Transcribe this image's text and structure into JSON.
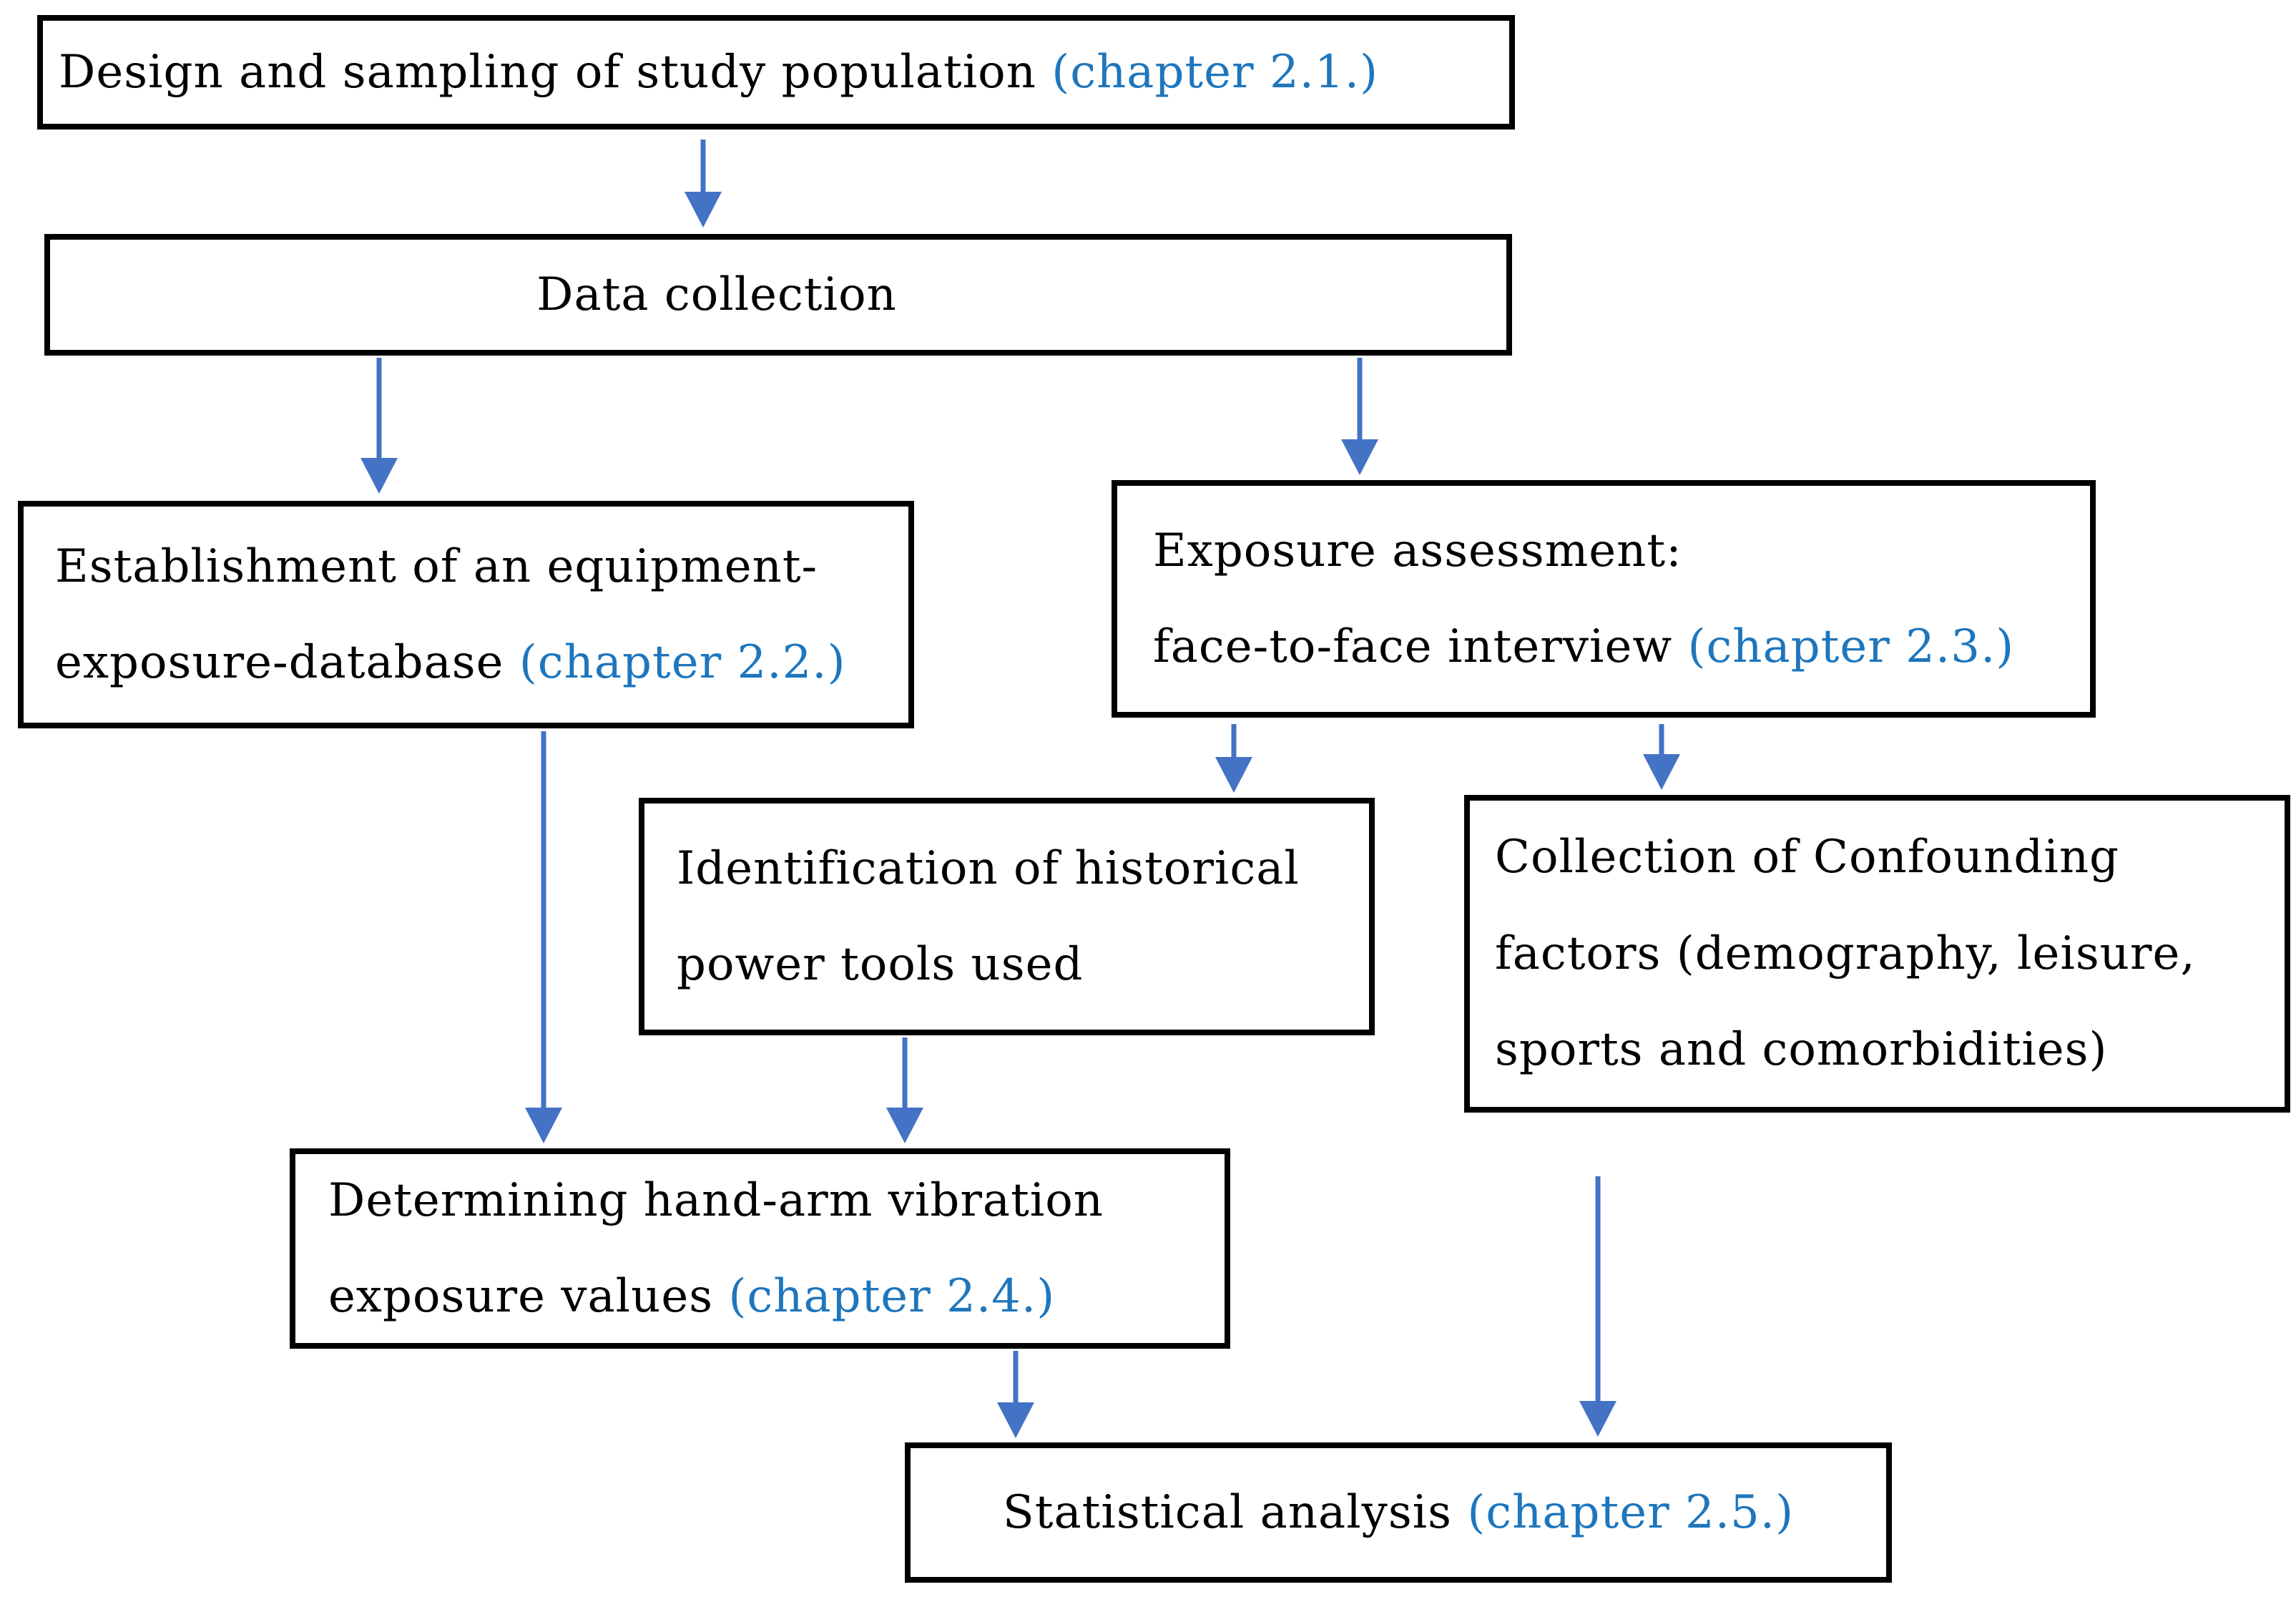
{
  "figure": {
    "colors": {
      "link_blue": "#1e76bd",
      "arrow_blue": "#4472c4",
      "border_black": "#000000"
    },
    "nodes": {
      "design": {
        "line1": "Design and sampling of study population ",
        "line1_ref": "(chapter 2.1.)"
      },
      "data_collection": {
        "line1": "Data collection"
      },
      "equipment_db": {
        "line1": "Establishment of an equipment-",
        "line2": "exposure-database ",
        "line2_ref": "(chapter 2.2.)"
      },
      "exposure_assessment": {
        "line1": "Exposure assessment:",
        "line2": "face-to-face interview ",
        "line2_ref": "(chapter 2.3.)"
      },
      "tools_id": {
        "line1": "Identification of historical",
        "line2": "power tools used"
      },
      "confounding": {
        "line1": "Collection of Confounding",
        "line2": "factors (demography, leisure,",
        "line3": "sports and comorbidities)"
      },
      "vibration_values": {
        "line1": "Determining hand-arm vibration",
        "line2": "exposure values ",
        "line2_ref": "(chapter 2.4.)"
      },
      "statistical": {
        "line1": "Statistical analysis ",
        "line1_ref": "(chapter 2.5.)"
      }
    },
    "edges": [
      {
        "from": "design",
        "to": "data_collection"
      },
      {
        "from": "data_collection",
        "to": "equipment_db"
      },
      {
        "from": "data_collection",
        "to": "exposure_assessment"
      },
      {
        "from": "exposure_assessment",
        "to": "tools_id"
      },
      {
        "from": "exposure_assessment",
        "to": "confounding"
      },
      {
        "from": "equipment_db",
        "to": "vibration_values"
      },
      {
        "from": "tools_id",
        "to": "vibration_values"
      },
      {
        "from": "vibration_values",
        "to": "statistical"
      },
      {
        "from": "confounding",
        "to": "statistical"
      }
    ]
  }
}
